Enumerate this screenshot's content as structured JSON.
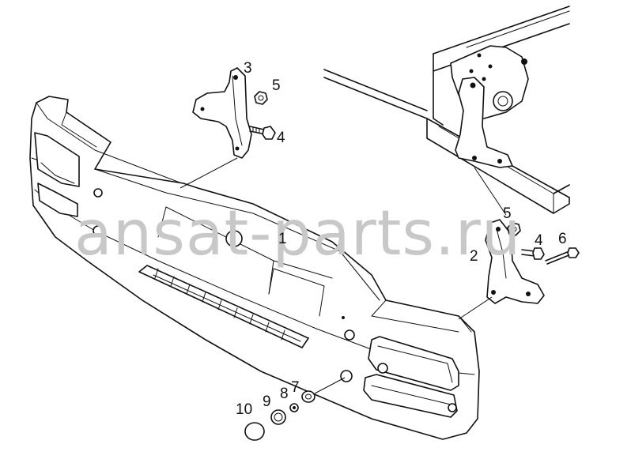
{
  "watermark": "ansat-parts.ru",
  "callouts": {
    "bumper": "1",
    "bracket_right": "2",
    "bracket_left": "3",
    "bolt_left": "4",
    "nut_left": "5",
    "nut_right": "5",
    "bolt_right_short": "4",
    "bolt_right_long": "6",
    "washer": "7",
    "nut_small": "8",
    "ring": "9",
    "cap": "10"
  }
}
